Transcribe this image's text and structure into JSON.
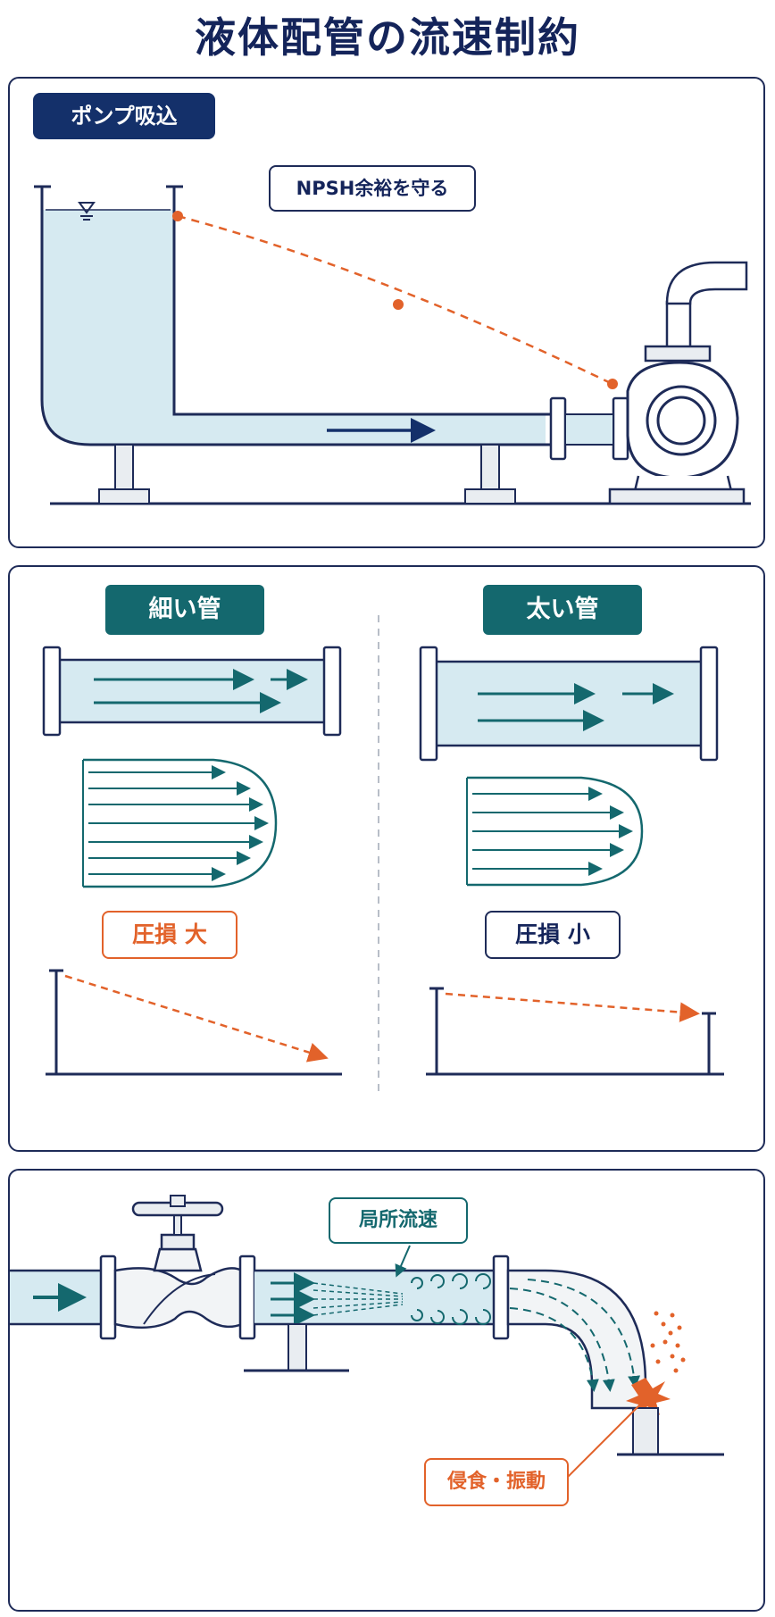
{
  "title": "液体配管の流速制約",
  "sections": {
    "pump_suction": {
      "label": "ポンプ吸込",
      "note": "NPSH余裕を守る"
    },
    "pipe_size": {
      "narrow": {
        "label": "細い管",
        "loss": "圧損 大"
      },
      "wide": {
        "label": "太い管",
        "loss": "圧損 小"
      }
    },
    "local_velocity": {
      "label": "局所流速",
      "effect": "侵食・振動"
    }
  },
  "colors": {
    "navy": "#14245a",
    "teal": "#14686e",
    "orange": "#e2622a",
    "water": "#d6eaf1"
  }
}
